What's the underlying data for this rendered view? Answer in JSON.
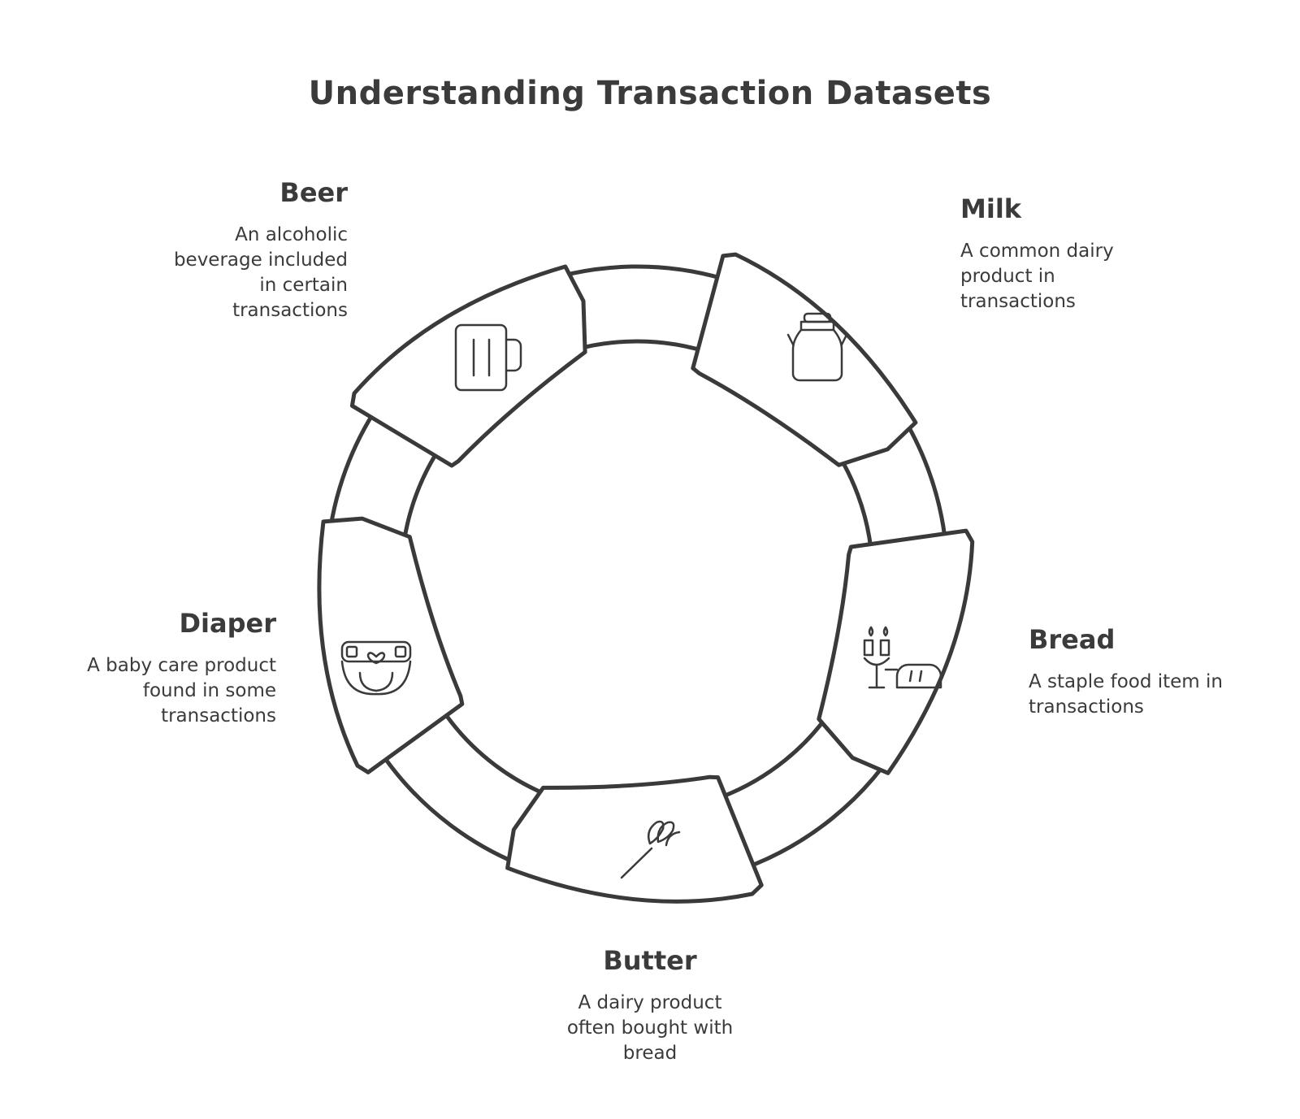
{
  "title": "Understanding Transaction Datasets",
  "items": [
    {
      "name": "Beer",
      "desc": "An alcoholic beverage included in certain transactions",
      "icon": "beer-mug-icon"
    },
    {
      "name": "Milk",
      "desc": "A common dairy product in transactions",
      "icon": "milk-can-icon"
    },
    {
      "name": "Bread",
      "desc": "A staple food item in transactions",
      "icon": "bread-icon"
    },
    {
      "name": "Butter",
      "desc": "A dairy product often bought with bread",
      "icon": "butter-knife-icon"
    },
    {
      "name": "Diaper",
      "desc": "A baby care product found in some transactions",
      "icon": "diaper-icon"
    }
  ],
  "colors": {
    "stroke": "#3a3a3a",
    "fill": "#ffffff",
    "text": "#3b3b3b"
  }
}
